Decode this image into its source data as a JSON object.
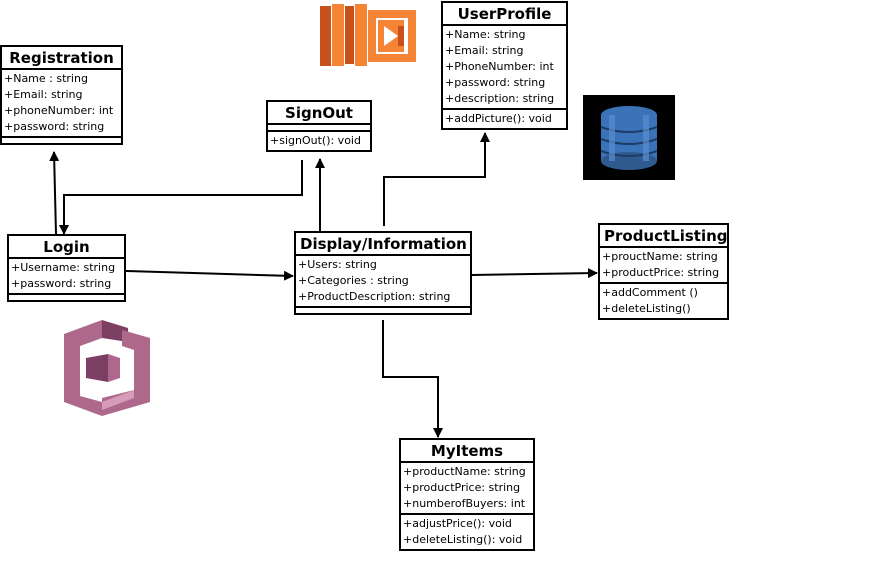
{
  "colors": {
    "lambda_orange": "#f58534",
    "lambda_dark": "#c8511b",
    "dynamodb_blue": "#3b73b9",
    "dynamodb_dark": "#2e5a8f",
    "cognito_purple": "#ad688b",
    "cognito_dark": "#7b3f63",
    "line": "#000000"
  },
  "icons": {
    "lambda": "aws-lambda-icon",
    "dynamodb": "aws-dynamodb-icon",
    "cognito": "aws-cognito-icon"
  },
  "classes": {
    "registration": {
      "name": "Registration",
      "attributes": [
        "+Name : string",
        "+Email: string",
        "+phoneNumber: int",
        "+password: string"
      ],
      "methods": []
    },
    "signout": {
      "name": "SignOut",
      "attributes": [],
      "methods": [
        "+signOut(): void"
      ]
    },
    "userprofile": {
      "name": "UserProfile",
      "attributes": [
        "+Name: string",
        "+Email: string",
        "+PhoneNumber: int",
        "+password: string",
        "+description: string"
      ],
      "methods": [
        "+addPicture(): void"
      ]
    },
    "login": {
      "name": "Login",
      "attributes": [
        "+Username: string",
        "+password: string"
      ],
      "methods": []
    },
    "display": {
      "name": "Display/Information",
      "attributes": [
        "+Users: string",
        "+Categories : string",
        "+ProductDescription: string"
      ],
      "methods": []
    },
    "productlisting": {
      "name": "ProductListing",
      "attributes": [
        "+prouctName: string",
        "+productPrice: string"
      ],
      "methods": [
        "+addComment ()",
        "+deleteListing()"
      ]
    },
    "myitems": {
      "name": "MyItems",
      "attributes": [
        "+productName: string",
        "+productPrice: string",
        "+numberofBuyers: int"
      ],
      "methods": [
        "+adjustPrice(): void",
        "+deleteListing(): void"
      ]
    }
  }
}
